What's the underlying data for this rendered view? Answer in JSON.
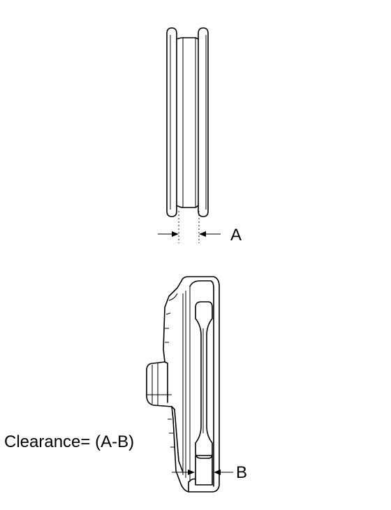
{
  "labels": {
    "dim_a": "A",
    "dim_b": "B",
    "formula": "Clearance= (A-B)"
  }
}
